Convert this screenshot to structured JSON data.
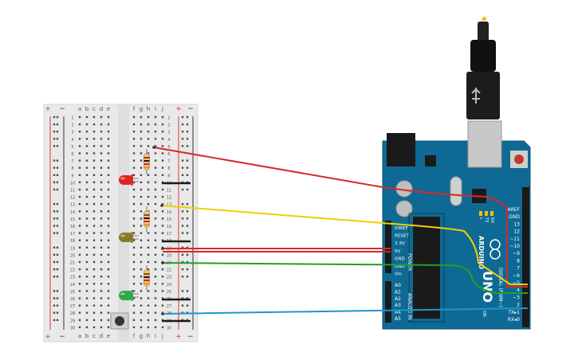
{
  "breadboard": {
    "rail_plus": "+",
    "rail_minus": "−",
    "col_letters_left": [
      "a",
      "b",
      "c",
      "d",
      "e"
    ],
    "col_letters_right": [
      "f",
      "g",
      "h",
      "i",
      "j"
    ],
    "row_count": 30,
    "colors": {
      "body": "#e9e9e9",
      "rail_red": "#d23b3b",
      "rail_blue": "#2a2a2a",
      "hole": "#4a4a4a",
      "text": "#555555"
    }
  },
  "components": {
    "resistors": [
      {
        "name": "resistor-1",
        "color": "#f2c38d"
      },
      {
        "name": "resistor-2",
        "color": "#f2c38d"
      },
      {
        "name": "resistor-3",
        "color": "#f2c38d"
      }
    ],
    "leds": [
      {
        "name": "led-red",
        "color": "#e02424"
      },
      {
        "name": "led-yellow",
        "color": "#8a7a28"
      },
      {
        "name": "led-green",
        "color": "#2fa84a"
      }
    ],
    "pushbutton": {
      "name": "pushbutton",
      "color": "#333333"
    }
  },
  "arduino": {
    "board_color": "#0e6a94",
    "power_labels": [
      "IOREF",
      "RESET",
      "3.3V",
      "5V",
      "GND",
      "GND",
      "Vin"
    ],
    "power_header_title": "POWER",
    "analog_labels": [
      "A0",
      "A1",
      "A2",
      "A3",
      "A4",
      "A5"
    ],
    "analog_header_title": "ANALOG IN",
    "digital_labels": [
      "AREF",
      "GND",
      "13",
      "12",
      "~11",
      "~10",
      "~9",
      "8",
      "7",
      "~6",
      "~5",
      "4",
      "~3",
      "2",
      "TX▸1",
      "RX◂0"
    ],
    "digital_header_title": "DIGITAL (PWM~)",
    "brand": "UNO",
    "model": "ARDUINO",
    "led_labels": [
      "L",
      "TX",
      "RX"
    ],
    "on_label": "ON"
  },
  "wires": [
    {
      "name": "wire-red-top",
      "color": "#d42a2a"
    },
    {
      "name": "wire-yellow",
      "color": "#f0d000"
    },
    {
      "name": "wire-red-5v",
      "color": "#d42a2a"
    },
    {
      "name": "wire-green-gnd",
      "color": "#22a022"
    },
    {
      "name": "wire-blue",
      "color": "#1f95d0"
    }
  ]
}
